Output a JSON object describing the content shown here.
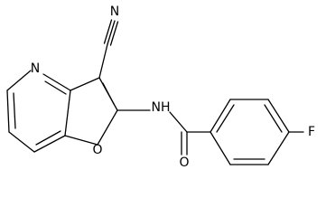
{
  "molecule": {
    "atoms": {
      "n_nitrile": "N",
      "n_pyridine": "N",
      "o_furan": "O",
      "nh_amide": "NH",
      "o_carbonyl": "O",
      "f_fluoro": "F"
    },
    "colors": {
      "bond": "#000000",
      "label": "#000000",
      "background": "#ffffff"
    }
  }
}
